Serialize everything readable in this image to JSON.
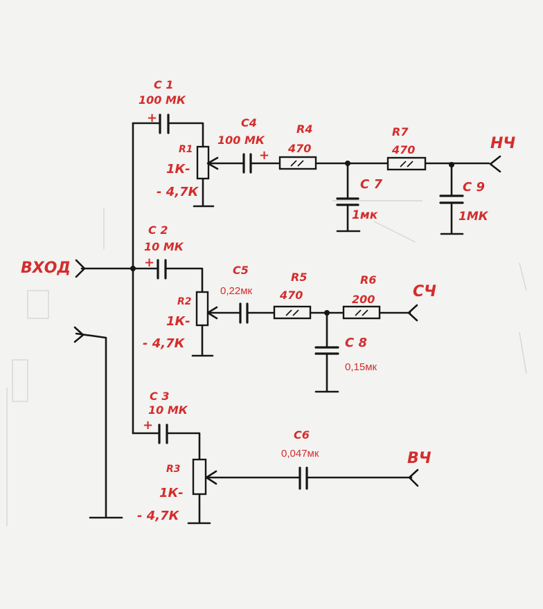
{
  "ports": {
    "input": "ВХОД",
    "low": "НЧ",
    "mid": "СЧ",
    "high": "ВЧ"
  },
  "components": {
    "c1": {
      "name": "С 1",
      "value": "100 МК",
      "polarity": "+"
    },
    "c2": {
      "name": "С 2",
      "value": "10 МК",
      "polarity": "+"
    },
    "c3": {
      "name": "С 3",
      "value": "10 МК",
      "polarity": "+"
    },
    "c4": {
      "name": "С4",
      "value": "100 МК",
      "polarity": "+"
    },
    "c5": {
      "name": "С5",
      "value": "0,22мк"
    },
    "c6": {
      "name": "С6",
      "value": "0,047мк"
    },
    "c7": {
      "name": "С 7",
      "value": "1мк"
    },
    "c8": {
      "name": "С 8",
      "value": "0,15мк"
    },
    "c9": {
      "name": "С 9",
      "value": "1МК"
    },
    "r1": {
      "name": "R1",
      "value1": "1К-",
      "value2": "- 4,7К"
    },
    "r2": {
      "name": "R2",
      "value1": "1К-",
      "value2": "- 4,7К"
    },
    "r3": {
      "name": "R3",
      "value1": "1К-",
      "value2": "- 4,7К"
    },
    "r4": {
      "name": "R4",
      "value": "470"
    },
    "r5": {
      "name": "R5",
      "value": "470"
    },
    "r6": {
      "name": "R6",
      "value": "200"
    },
    "r7": {
      "name": "R7",
      "value": "470"
    }
  },
  "colors": {
    "ink": "#d42d2d",
    "wire": "#161616",
    "paper": "#f3f3f1"
  }
}
